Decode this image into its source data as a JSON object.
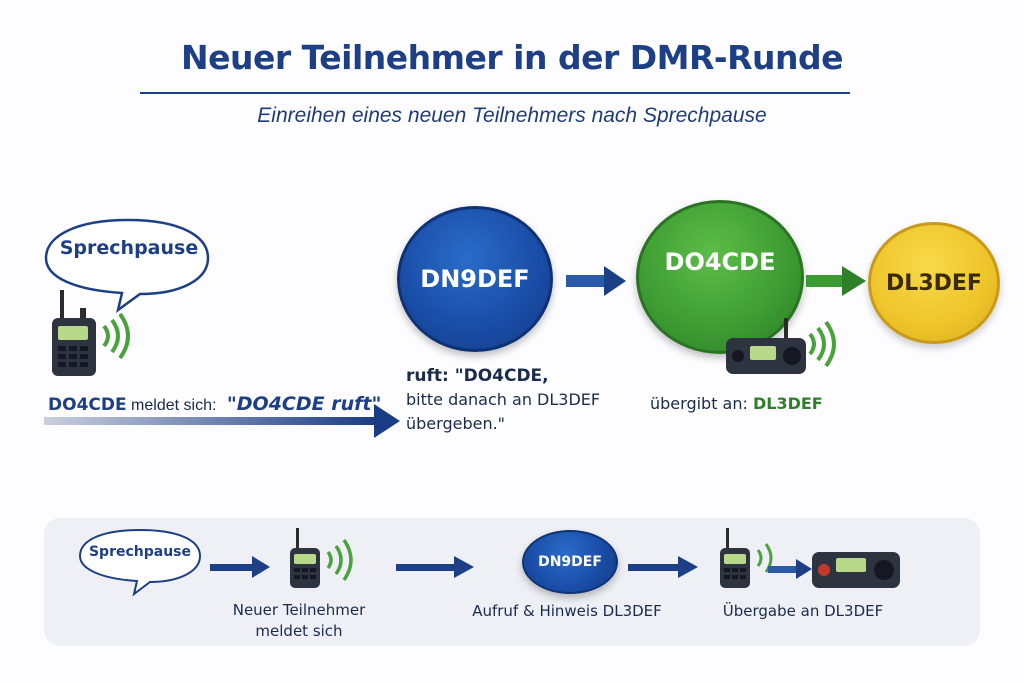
{
  "title": "Neuer Teilnehmer in der DMR-Runde",
  "subtitle": "Einreihen eines neuen Teilnehmers nach Sprechpause",
  "flow": {
    "bubble_label": "Sprechpause",
    "newcomer_call": "DO4CDE",
    "newcomer_text": "meldet sich:",
    "newcomer_quote": "\"DO4CDE ruft\"",
    "nodes": {
      "dn9def": "DN9DEF",
      "do4cde": "DO4CDE",
      "dl3def": "DL3DEF"
    },
    "dn9def_caption": [
      "ruft: \"DO4CDE,",
      "bitte danach an DL3DEF",
      "übergeben.\""
    ],
    "do4cde_caption_prefix": "übergibt an:",
    "do4cde_caption_target": "DL3DEF"
  },
  "summary": {
    "bubble_label": "Sprechpause",
    "step1_label": [
      "Neuer Teilnehmer",
      "meldet sich"
    ],
    "step2_node": "DN9DEF",
    "step2_label": "Aufruf & Hinweis DL3DEF",
    "step3_label": "Übergabe an DL3DEF"
  },
  "colors": {
    "navy": "#1c3f85",
    "blue": "#1a4ea8",
    "green": "#3c9a32",
    "yellow": "#eec42a",
    "panel": "#eef0f6"
  },
  "icons": [
    "speech-bubble",
    "handheld-radio-icon",
    "mobile-radio-icon",
    "radio-waves-icon",
    "arrow-icon"
  ]
}
